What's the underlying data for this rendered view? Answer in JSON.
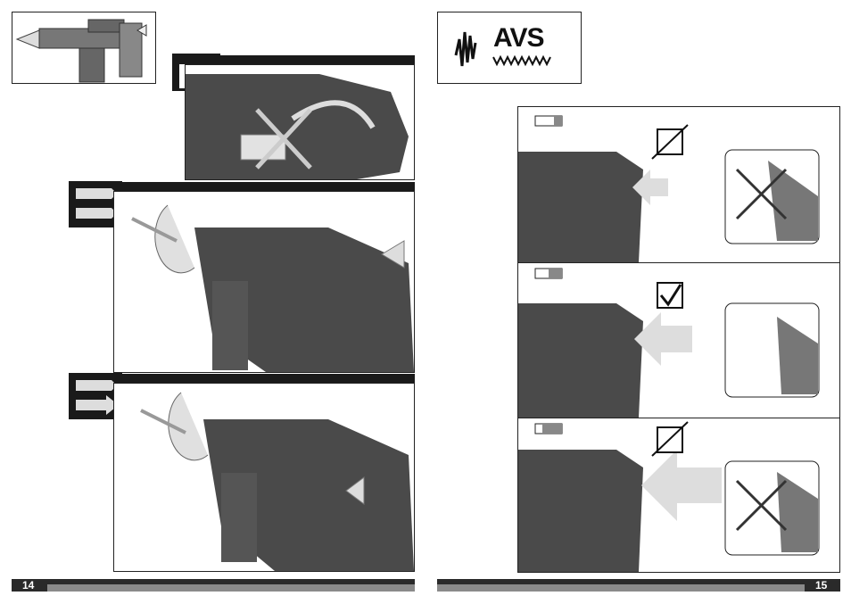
{
  "left_page": {
    "page_number": "14"
  },
  "right_page": {
    "page_number": "15"
  },
  "logo": {
    "text": "AVS"
  },
  "colors": {
    "dark": "#2a2a2a",
    "mid_grey": "#8a8a8a",
    "tool_body": "#4a4a4a",
    "arrow_grey": "#d6d6d6"
  },
  "icons": [
    "tool-overview-image",
    "pointing-hand-icon",
    "drill-mode-icon",
    "hammer-drill-mode-icon",
    "checkbox-crossed-icon",
    "checkbox-checked-icon",
    "pressure-gauge-icon"
  ]
}
